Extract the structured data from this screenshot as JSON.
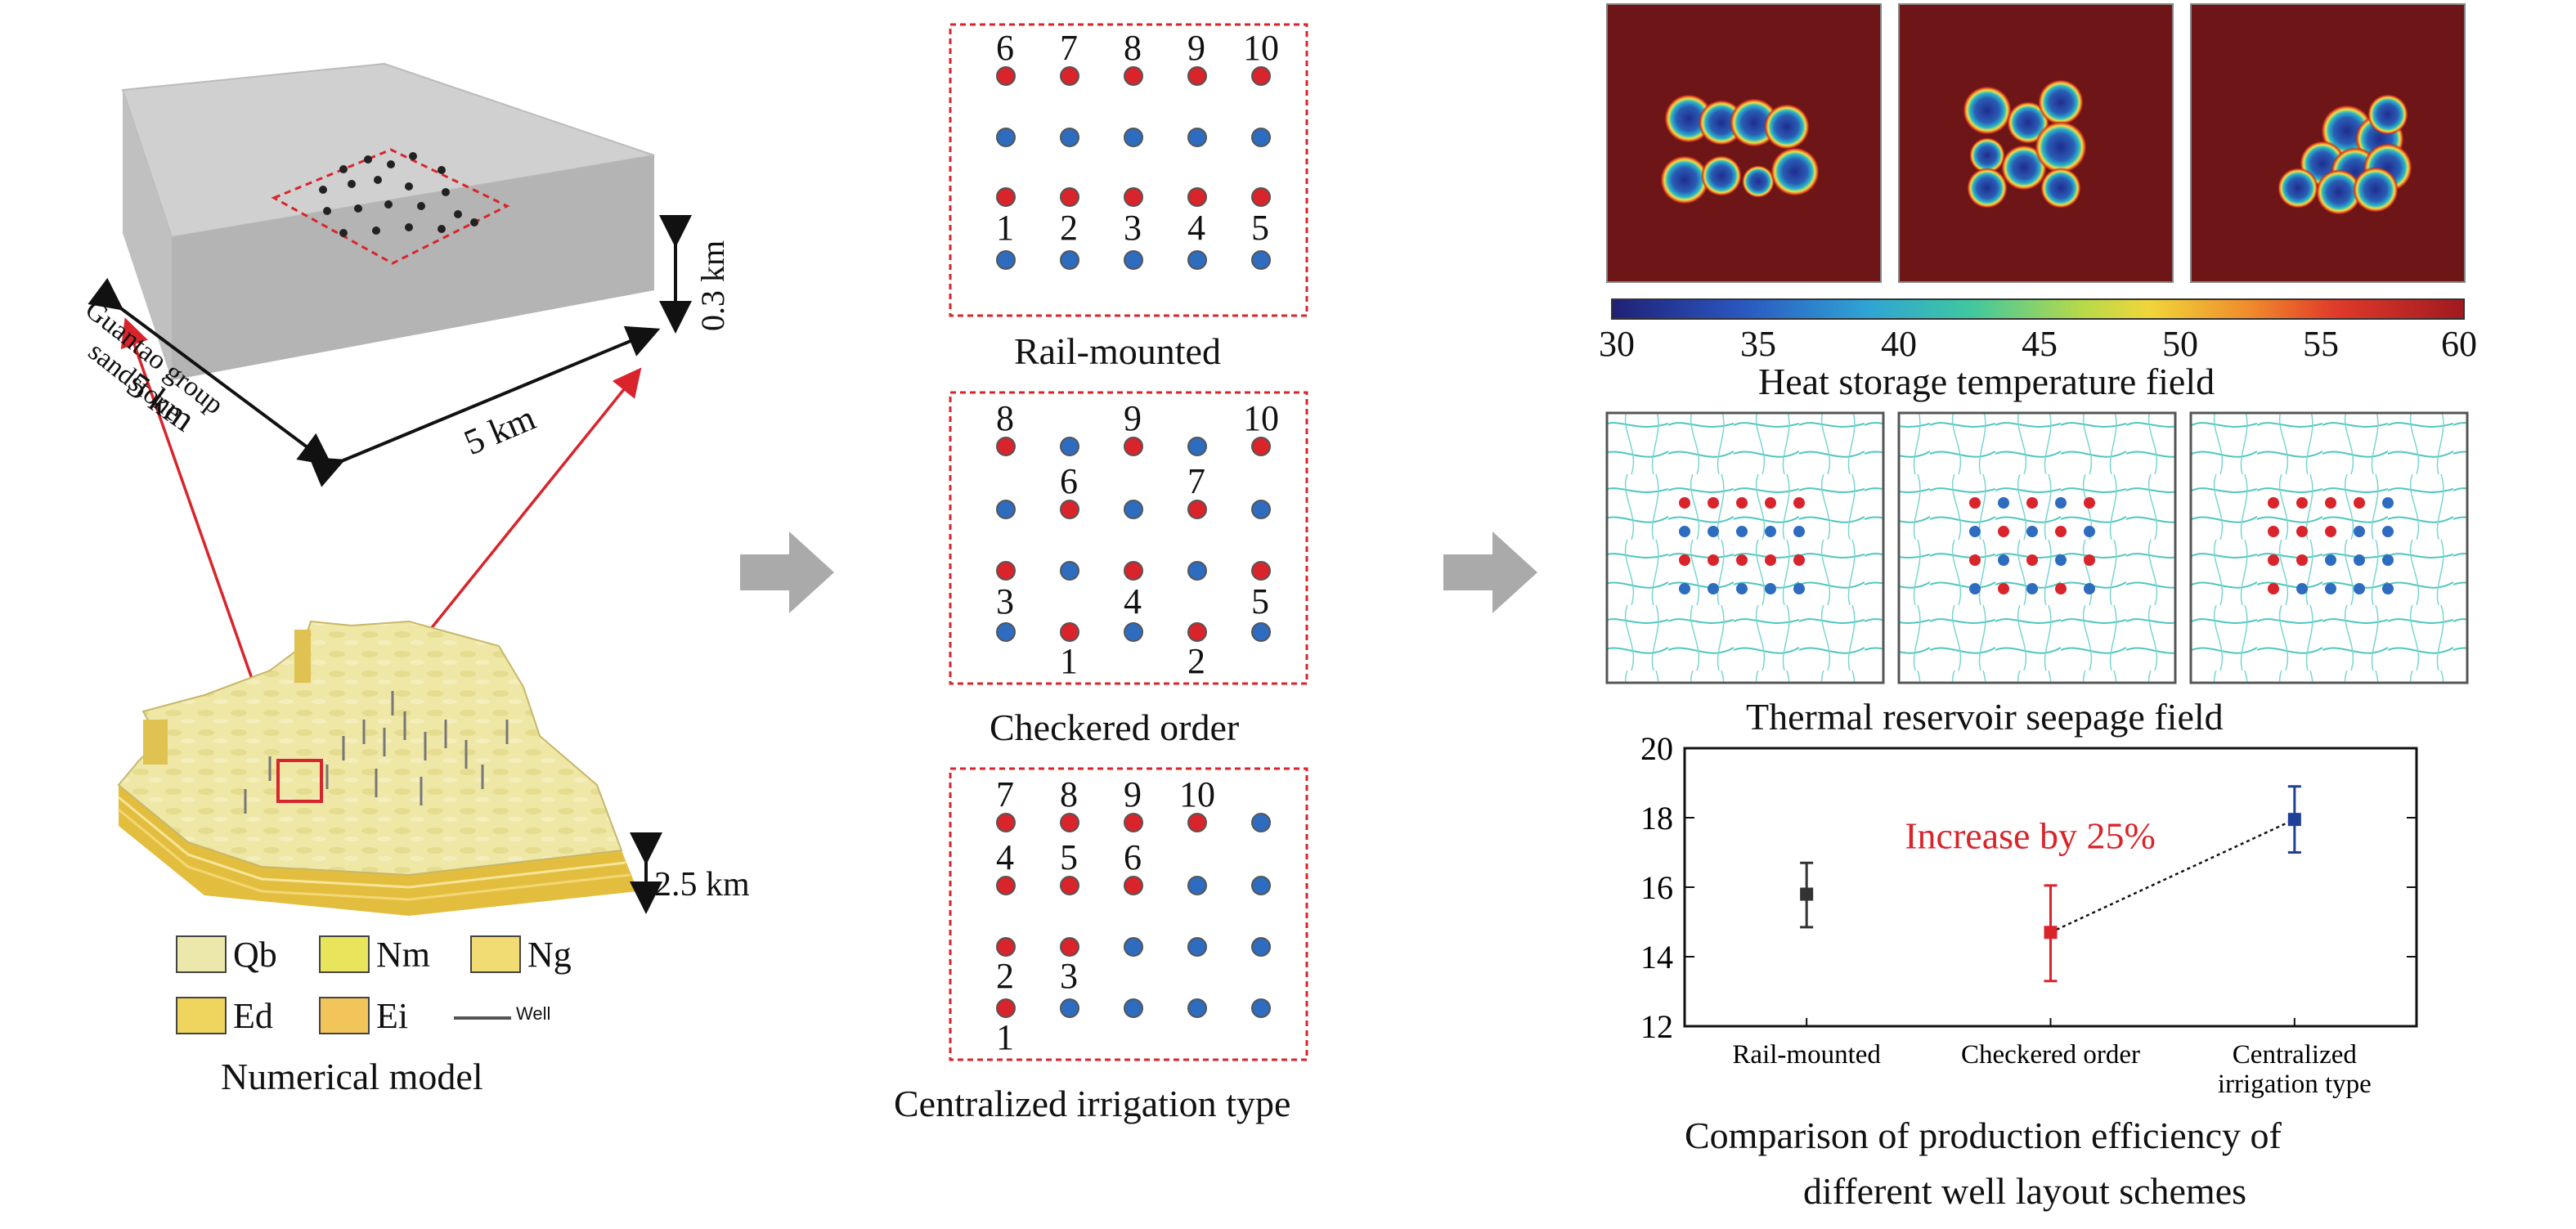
{
  "numerical_model": {
    "box_label_1": "Guantao group",
    "box_label_2": "sandstone",
    "dim_depth": "0.3 km",
    "dim_width": "5 km",
    "dim_length": "5 km",
    "terrain_depth": "2.5 km",
    "legend": [
      {
        "label": "Qb",
        "color": "#ece7ab"
      },
      {
        "label": "Nm",
        "color": "#e8e55c"
      },
      {
        "label": "Ng",
        "color": "#f0dc72"
      },
      {
        "label": "Ed",
        "color": "#efd45e"
      },
      {
        "label": "Ei",
        "color": "#f2c55a"
      }
    ],
    "well_label": "Well",
    "caption": "Numerical model"
  },
  "layouts": [
    {
      "caption": "Rail-mounted",
      "numbers": [
        "6",
        "7",
        "8",
        "9",
        "10",
        "1",
        "2",
        "3",
        "4",
        "5"
      ]
    },
    {
      "caption": "Checkered order",
      "numbers": [
        "8",
        "9",
        "10",
        "6",
        "7",
        "3",
        "4",
        "5",
        "1",
        "2"
      ]
    },
    {
      "caption": "Centralized irrigation type",
      "numbers": [
        "7",
        "8",
        "9",
        "10",
        "4",
        "5",
        "6",
        "2",
        "3",
        "1"
      ]
    }
  ],
  "colors": {
    "injection": "#d9242b",
    "production": "#2e6cc0",
    "dash": "#d9242b",
    "arrow": "#aaaaaa"
  },
  "temperature_field": {
    "colorbar_ticks": [
      "30",
      "35",
      "40",
      "45",
      "50",
      "55",
      "60"
    ],
    "caption": "Heat storage temperature field"
  },
  "seepage_field": {
    "caption": "Thermal reservoir seepage field"
  },
  "chart_data": {
    "type": "scatter",
    "categories": [
      "Rail-mounted",
      "Checkered order",
      "Centralized irrigation type"
    ],
    "category_labels": [
      [
        "Rail-mounted"
      ],
      [
        "Checkered order"
      ],
      [
        "Centralized",
        "irrigation type"
      ]
    ],
    "values": [
      15.8,
      14.7,
      17.95
    ],
    "error_low": [
      14.85,
      13.3,
      17.0
    ],
    "error_high": [
      16.7,
      16.05,
      18.9
    ],
    "point_colors": [
      "#333333",
      "#d9242b",
      "#1f3f99"
    ],
    "ylim": [
      12,
      20
    ],
    "yticks": [
      "12",
      "14",
      "16",
      "18",
      "20"
    ],
    "annotation": "Increase by 25%",
    "annotation_color": "#d9242b",
    "caption_lines": [
      "Comparison of production efficiency of",
      "different well layout schemes"
    ]
  }
}
